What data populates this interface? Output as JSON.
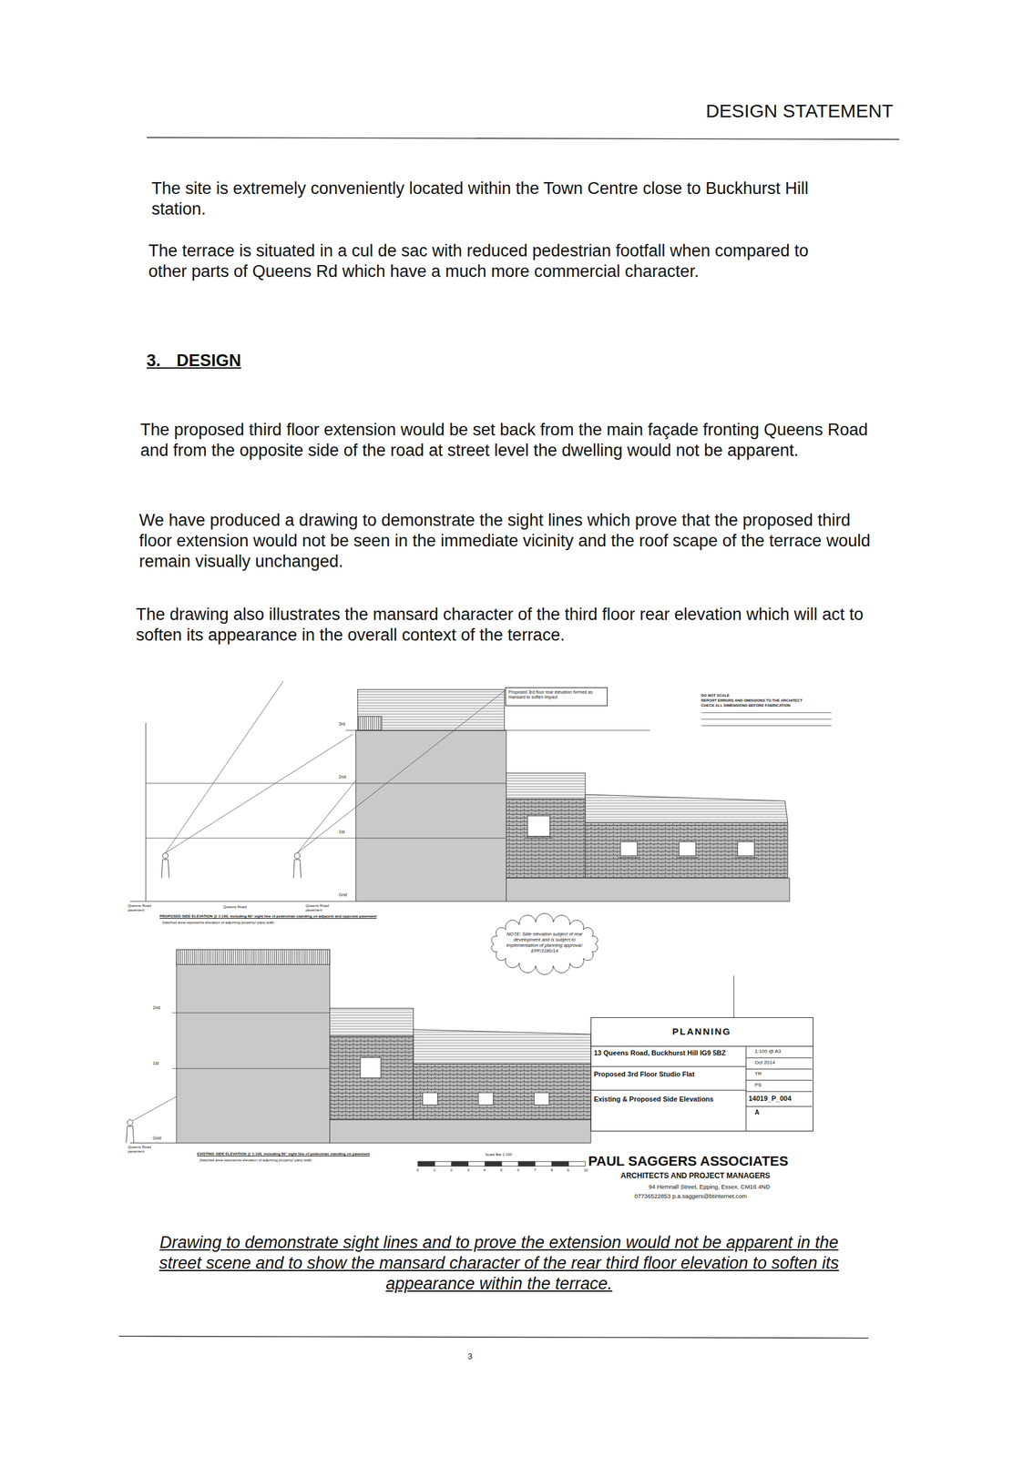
{
  "diagram": {
    "title": "DESIGN STATEMENT",
    "caption": "Drawing to demonstrate sight lines and to prove the extension would not be apparent in the street scene and to show the mansard character of the rear third floor elevation to soften its appearance within the terrace.",
    "nodes": [
      {
        "text": [
          "Proposed 3rd floor rear elevation formed as mansard to soften impact"
        ]
      },
      {
        "text": [
          "NOTE: Side elevation subject of rear development and is subject to implementation of planning approval: EPF/1180/14"
        ]
      },
      {
        "text": [
          "PLANNING"
        ]
      },
      {
        "text": [
          "13 Queens Road, Buckhurst Hill IG9 5BZ",
          "Proposed 3rd Floor Studio Flat",
          "Existing & Proposed Side Elevations",
          "1:100 @ A3",
          "Oct 2014",
          "TR",
          "PS",
          "14019_P_004",
          "A"
        ]
      }
    ],
    "labels": [
      "The site is extremely conveniently located within the Town Centre close to Buckhurst Hill station.",
      "The terrace is situated in a cul de sac with reduced pedestrian footfall when compared to other parts of Queens Rd which have a much more commercial character.",
      "3. DESIGN",
      "The proposed third floor extension would be set back from the main façade fronting Queens Road and from the opposite side of the road at street level the dwelling would not be apparent.",
      "We have produced a drawing to demonstrate the sight lines which prove that the proposed third floor extension would not be seen in the immediate vicinity and the roof scape of the terrace would remain visually unchanged.",
      "The drawing also illustrates the mansard character of the third floor rear elevation which will act to soften its appearance in the overall context of the terrace.",
      "DO NOT SCALE",
      "REPORT ERRORS AND OMISSIONS TO THE ARCHITECT",
      "CHECK ALL DIMENSIONS BEFORE FABRICATION",
      "3rd",
      "2nd",
      "1st",
      "Gnd",
      "Queens Road pavement",
      "Queens Road",
      "Queens Road pavement",
      "PROPOSED SIDE ELEVATION @ 1:100, including 60° sight line of pedestrian standing on adjacent and opposite pavement",
      "(hatched area represents elevation of adjoining property/ party wall)",
      "2nd",
      "1st",
      "Gnd",
      "Queens Road pavement",
      "EXISTING SIDE ELEVATION @ 1:100, including 60° sight line of pedestrian standing on pavement",
      "(hatched area represents elevation of adjoining property/ party wall)",
      "Scale Bar 1:100",
      "0",
      "1",
      "2",
      "3",
      "4",
      "5",
      "6",
      "7",
      "8",
      "9",
      "10",
      "PAUL SAGGERS ASSOCIATES",
      "ARCHITECTS AND PROJECT MANAGERS",
      "94 Hemnall Street, Epping, Essex. CM16 4ND",
      "07736522853 p.a.saggers@btinternet.com",
      "3"
    ]
  }
}
